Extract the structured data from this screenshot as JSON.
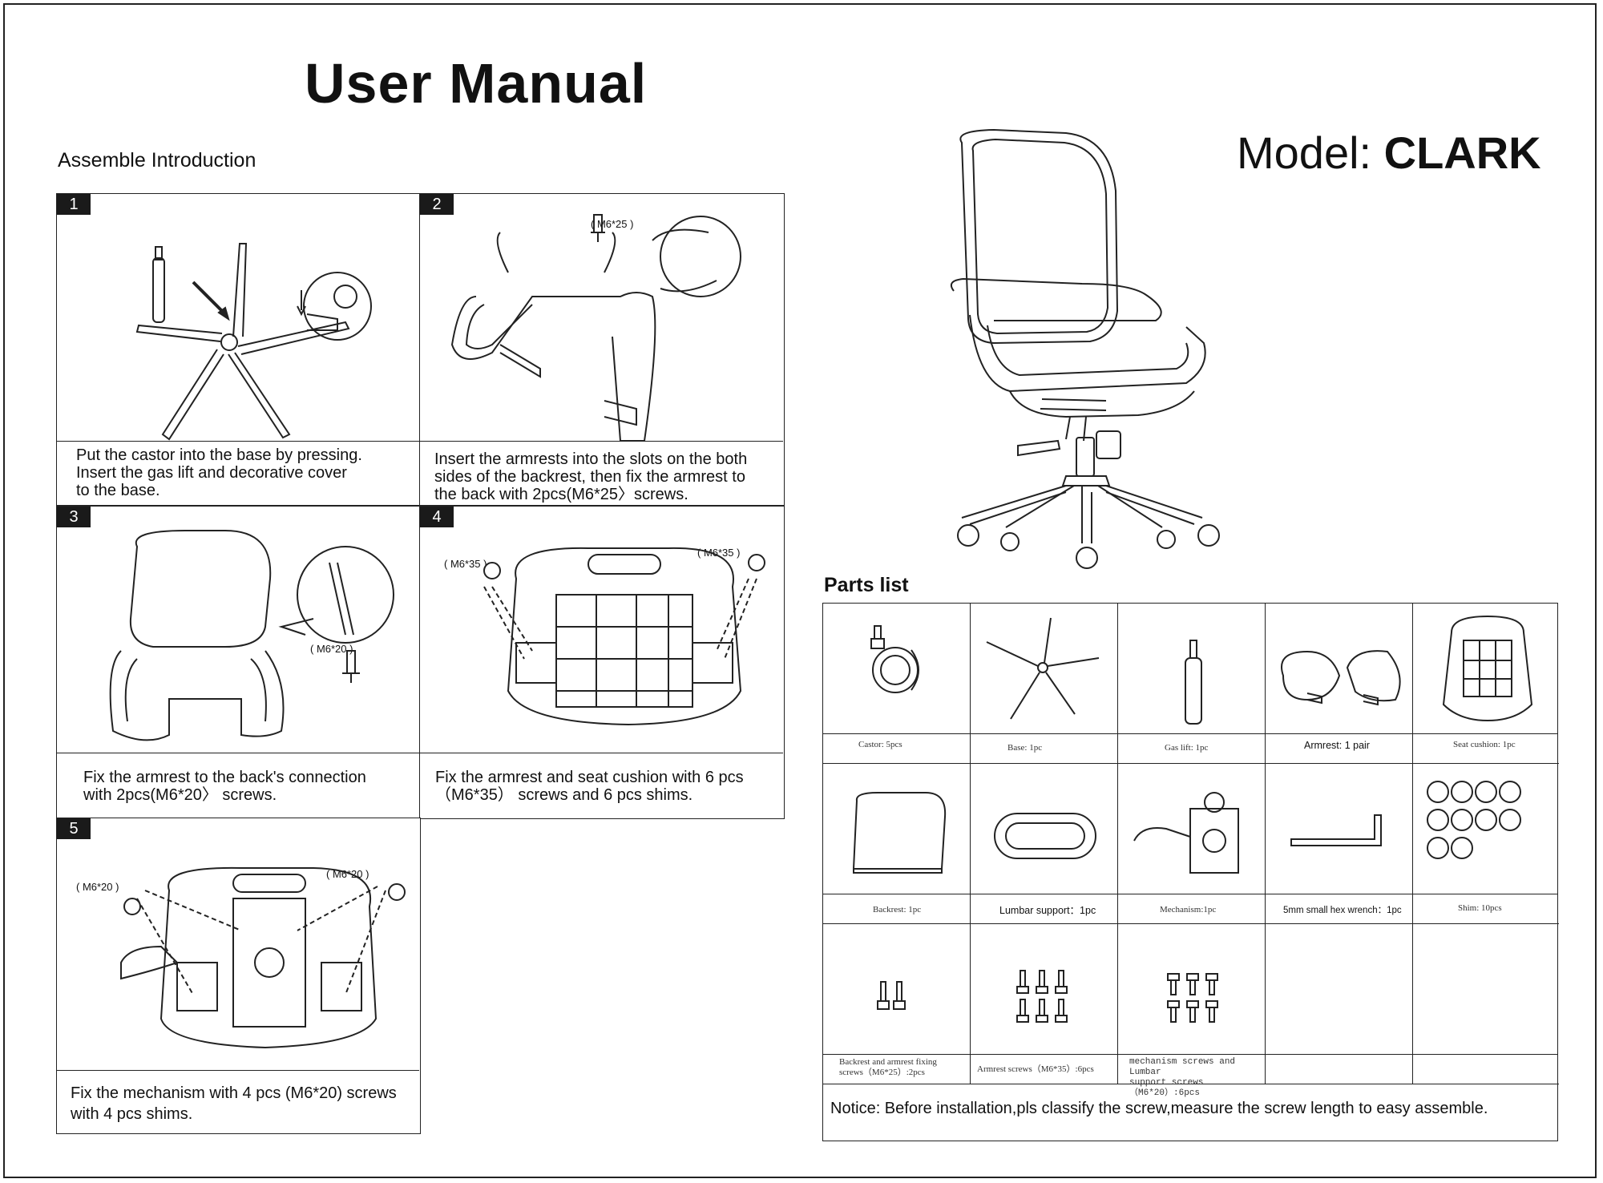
{
  "header": {
    "title": "User Manual",
    "subtitle": "Assemble Introduction",
    "model_prefix": "Model: ",
    "model_name": "CLARK"
  },
  "steps": [
    {
      "num": "1",
      "text": "Put the castor into the base by pressing.\nInsert the gas lift and decorative cover\nto the base."
    },
    {
      "num": "2",
      "text": "Insert the armrests into the slots on the both\n sides of the backrest, then fix the armrest to\n the back with 2pcs(M6*25〉screws.",
      "screw_label": "( M6*25 )"
    },
    {
      "num": "3",
      "text": "Fix the armrest to the back's connection\nwith 2pcs(M6*20〉 screws.",
      "screw_label": "( M6*20 )"
    },
    {
      "num": "4",
      "text": "Fix  the armrest and seat cushion with 6 pcs\n（M6*35） screws and 6 pcs shims.",
      "screw_label_left": "( M6*35 )",
      "screw_label_right": "( M6*35 )"
    },
    {
      "num": "5",
      "text": "Fix the mechanism with 4 pcs (M6*20) screws\nwith 4 pcs shims.",
      "screw_label_left": "( M6*20 )",
      "screw_label_right": "( M6*20 )"
    }
  ],
  "parts": {
    "title": "Parts list",
    "row1": [
      "Castor: 5pcs",
      "Base: 1pc",
      "Gas lift: 1pc",
      "Armrest: 1 pair",
      "Seat cushion: 1pc"
    ],
    "row2": [
      "Backrest: 1pc",
      "Lumbar support：1pc",
      "Mechanism:1pc",
      "5mm small hex wrench：1pc",
      "Shim: 10pcs"
    ],
    "row3": [
      "Backrest and armrest fixing\nscrews（M6*25）:2pcs",
      "Armrest  screws（M6*35）:6pcs",
      "mechanism screws and Lumbar\nsupport screws（M6*20）:6pcs",
      "",
      ""
    ],
    "notice": "Notice: Before installation,pls classify the screw,measure the screw length to easy assemble."
  }
}
